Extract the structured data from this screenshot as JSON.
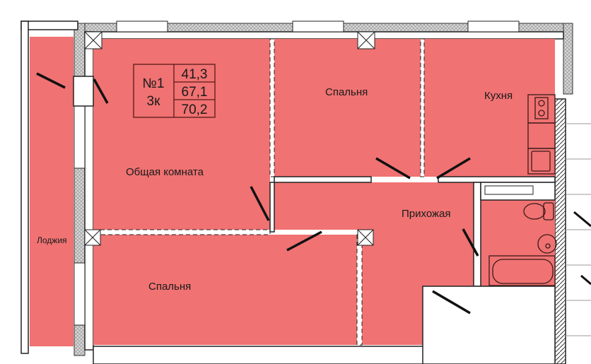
{
  "apartment": {
    "number": "№1",
    "rooms_count": "3к",
    "areas": [
      "41,3",
      "67,1",
      "70,2"
    ]
  },
  "rooms": {
    "living_room": "Общая комната",
    "bedroom_top": "Спальня",
    "bedroom_bottom": "Спальня",
    "kitchen": "Кухня",
    "hallway": "Прихожая",
    "loggia": "Лоджия"
  },
  "colors": {
    "room_fill": "#f07272",
    "wall": "#222222"
  }
}
